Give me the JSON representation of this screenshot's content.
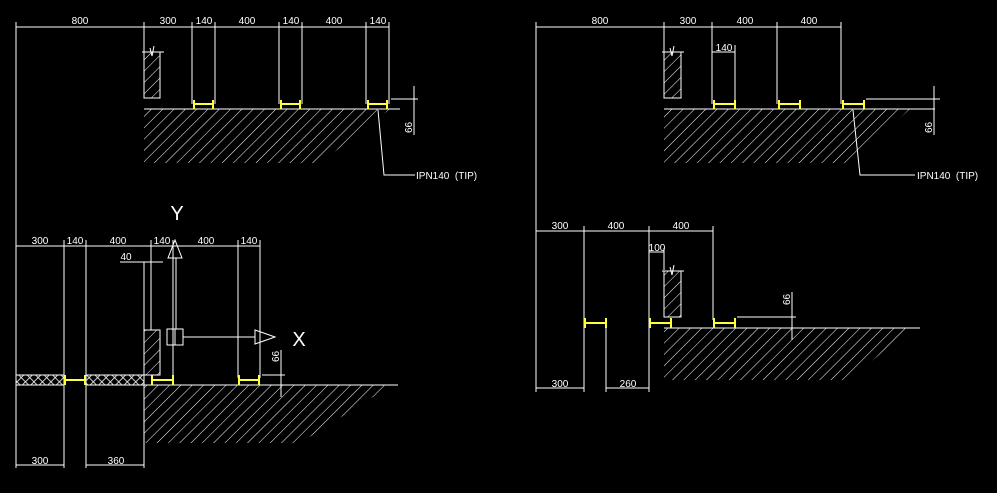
{
  "colors": {
    "background": "#000000",
    "line": "#ffffff",
    "beam": "#ffff40"
  },
  "top_left": {
    "dims": [
      "800",
      "300",
      "140",
      "400",
      "140",
      "400",
      "140"
    ],
    "height_dim": "66",
    "label": "IPN140  (TIP)"
  },
  "top_right": {
    "dims": [
      "800",
      "300",
      "400",
      "400"
    ],
    "inner_dim": "140",
    "height_dim": "66",
    "label": "IPN140  (TIP)"
  },
  "bottom_left": {
    "dims": [
      "300",
      "140",
      "400",
      "140",
      "400",
      "140"
    ],
    "offset_dim": "40",
    "height_dim": "66",
    "bottom_dims": [
      "300",
      "360"
    ],
    "axis_y": "Y",
    "axis_x": "X"
  },
  "bottom_right": {
    "dims": [
      "300",
      "400",
      "400"
    ],
    "offset_dim": "100",
    "height_dim": "66",
    "bottom_dims": [
      "300",
      "260"
    ]
  }
}
